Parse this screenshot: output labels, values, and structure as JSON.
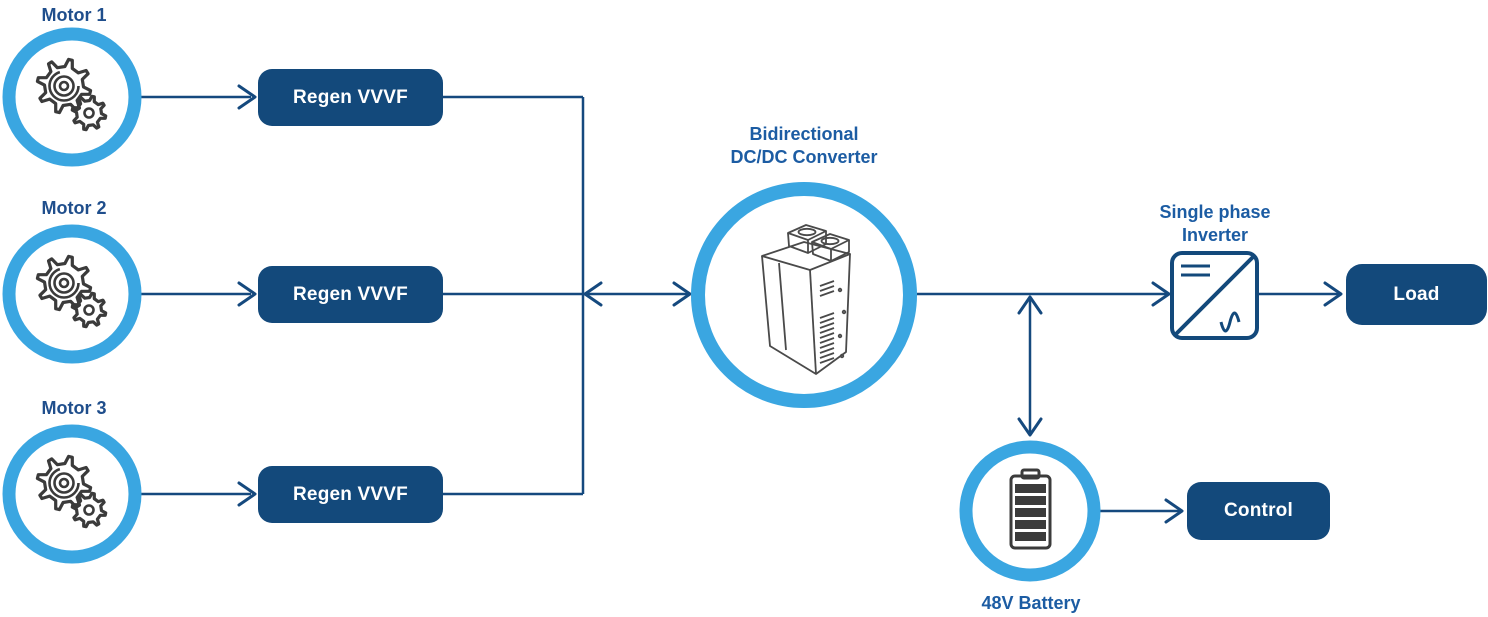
{
  "colors": {
    "circle_blue": "#3AA6E1",
    "box_navy": "#13497B",
    "line_navy": "#15497E",
    "label_blue": "#1C5CA3",
    "motor_label_blue": "#1F4E8C",
    "icon_gray": "#3B3B3B",
    "device_gray": "#4A4A4A",
    "box_text": "#FFFFFF"
  },
  "nodes": {
    "motors": [
      {
        "label": "Motor 1",
        "icon": "gears-icon"
      },
      {
        "label": "Motor 2",
        "icon": "gears-icon"
      },
      {
        "label": "Motor 3",
        "icon": "gears-icon"
      }
    ],
    "vvvf": [
      {
        "label": "Regen VVVF"
      },
      {
        "label": "Regen VVVF"
      },
      {
        "label": "Regen VVVF"
      }
    ],
    "converter": {
      "label_line1": "Bidirectional",
      "label_line2": "DC/DC Converter",
      "icon": "converter-unit-icon"
    },
    "inverter": {
      "label_line1": "Single phase",
      "label_line2": "Inverter",
      "icon": "inverter-icon"
    },
    "load": {
      "label": "Load"
    },
    "battery": {
      "label": "48V Battery",
      "icon": "battery-icon"
    },
    "control": {
      "label": "Control"
    }
  },
  "connections": [
    {
      "from": "Motor 1",
      "to": "Regen VVVF",
      "direction": "one-way"
    },
    {
      "from": "Motor 2",
      "to": "Regen VVVF",
      "direction": "one-way"
    },
    {
      "from": "Motor 3",
      "to": "Regen VVVF",
      "direction": "one-way"
    },
    {
      "from": "Regen VVVF bus",
      "to": "Bidirectional DC/DC Converter",
      "direction": "two-way"
    },
    {
      "from": "Bidirectional DC/DC Converter",
      "to": "Single phase Inverter",
      "direction": "one-way"
    },
    {
      "from": "DC link",
      "to": "48V Battery",
      "direction": "two-way"
    },
    {
      "from": "Single phase Inverter",
      "to": "Load",
      "direction": "one-way"
    },
    {
      "from": "48V Battery",
      "to": "Control",
      "direction": "one-way"
    }
  ]
}
